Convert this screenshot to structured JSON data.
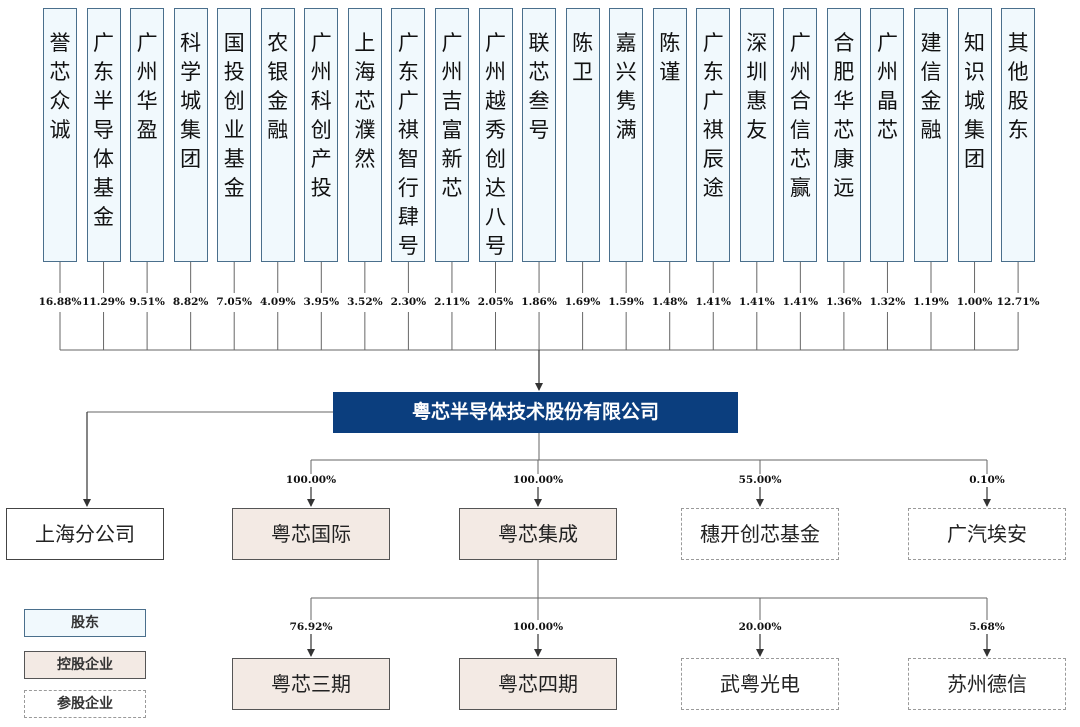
{
  "shareholders": [
    {
      "name": "誉芯众诚",
      "pct": "16.88%"
    },
    {
      "name": "广东半导体基金",
      "pct": "11.29%"
    },
    {
      "name": "广州华盈",
      "pct": "9.51%"
    },
    {
      "name": "科学城集团",
      "pct": "8.82%"
    },
    {
      "name": "国投创业基金",
      "pct": "7.05%"
    },
    {
      "name": "农银金融",
      "pct": "4.09%"
    },
    {
      "name": "广州科创产投",
      "pct": "3.95%"
    },
    {
      "name": "上海芯濮然",
      "pct": "3.52%"
    },
    {
      "name": "广东广祺智行肆号",
      "pct": "2.30%"
    },
    {
      "name": "广州吉富新芯",
      "pct": "2.11%"
    },
    {
      "name": "广州越秀创达八号",
      "pct": "2.05%"
    },
    {
      "name": "联芯叁号",
      "pct": "1.86%"
    },
    {
      "name": "陈卫",
      "pct": "1.69%"
    },
    {
      "name": "嘉兴隽满",
      "pct": "1.59%"
    },
    {
      "name": "陈谨",
      "pct": "1.48%"
    },
    {
      "name": "广东广祺辰途",
      "pct": "1.41%"
    },
    {
      "name": "深圳惠友",
      "pct": "1.41%"
    },
    {
      "name": "广州合信芯赢",
      "pct": "1.41%"
    },
    {
      "name": "合肥华芯康远",
      "pct": "1.36%"
    },
    {
      "name": "广州晶芯",
      "pct": "1.32%"
    },
    {
      "name": "建信金融",
      "pct": "1.19%"
    },
    {
      "name": "知识城集团",
      "pct": "1.00%"
    },
    {
      "name": "其他股东",
      "pct": "12.71%"
    }
  ],
  "company": "粤芯半导体技术股份有限公司",
  "branch": {
    "name": "上海分公司"
  },
  "subsidiaries": [
    {
      "name": "粤芯国际",
      "pct": "100.00%",
      "kind": "ctrl"
    },
    {
      "name": "粤芯集成",
      "pct": "100.00%",
      "kind": "ctrl"
    },
    {
      "name": "穗开创芯基金",
      "pct": "55.00%",
      "kind": "part"
    },
    {
      "name": "广汽埃安",
      "pct": "0.10%",
      "kind": "part"
    }
  ],
  "grandchildren": [
    {
      "name": "粤芯三期",
      "pct": "76.92%",
      "kind": "ctrl"
    },
    {
      "name": "粤芯四期",
      "pct": "100.00%",
      "kind": "ctrl"
    },
    {
      "name": "武粤光电",
      "pct": "20.00%",
      "kind": "part"
    },
    {
      "name": "苏州德信",
      "pct": "5.68%",
      "kind": "part"
    }
  ],
  "legend": {
    "shareholder": "股东",
    "controlled": "控股企业",
    "participating": "参股企业"
  }
}
